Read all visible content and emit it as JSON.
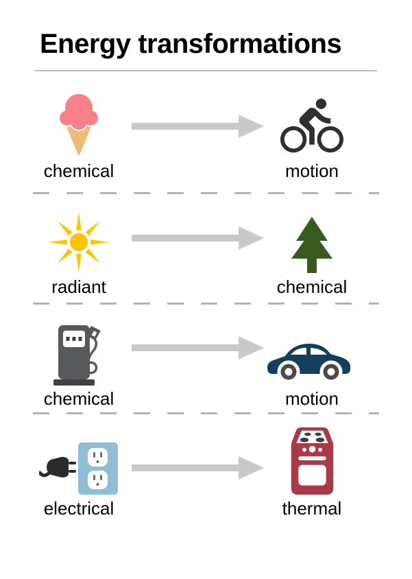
{
  "title": "Energy transformations",
  "rows": [
    {
      "source_icon": "ice-cream-icon",
      "source_label": "chemical",
      "target_icon": "cyclist-icon",
      "target_label": "motion"
    },
    {
      "source_icon": "sun-icon",
      "source_label": "radiant",
      "target_icon": "pine-tree-icon",
      "target_label": "chemical"
    },
    {
      "source_icon": "fuel-pump-icon",
      "source_label": "chemical",
      "target_icon": "car-icon",
      "target_label": "motion"
    },
    {
      "source_icon": "plug-outlet-icon",
      "source_label": "electrical",
      "target_icon": "oven-icon",
      "target_label": "thermal"
    }
  ],
  "colors": {
    "background": "#ffffff",
    "title_text": "#000000",
    "title_rule": "#bdbdbd",
    "divider_dashes": "#b3b3b3",
    "arrow": "#c9c9c9",
    "label_text": "#000000",
    "ice_cream_scoop": "#f98089",
    "ice_cream_cone": "#f2ba7a",
    "cyclist": "#2f2f2f",
    "sun": "#ffc400",
    "tree": "#375b1f",
    "fuel_pump": "#58595b",
    "fuel_pump_dark": "#414143",
    "car_body": "#123f5c",
    "car_wheel": "#4a4a4c",
    "plug": "#2b2b2b",
    "outlet": "#90bed4",
    "socket_slot": "#6b6b6b",
    "oven": "#a93b48",
    "oven_burner": "#3f3f41"
  }
}
